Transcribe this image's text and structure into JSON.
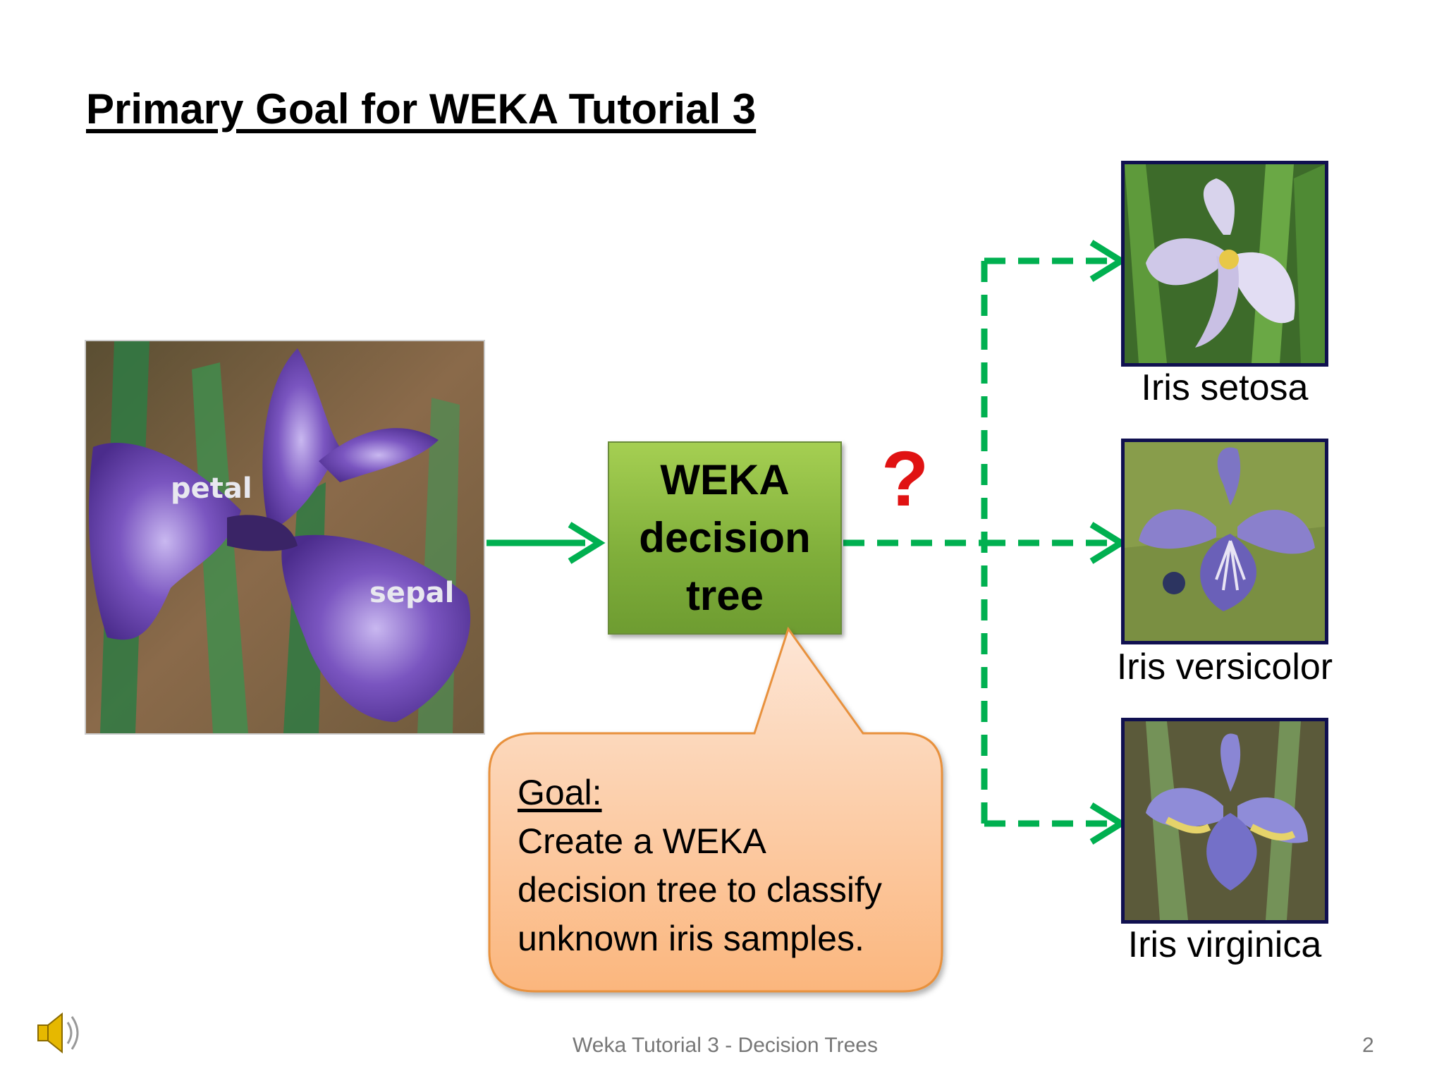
{
  "slide": {
    "title": "Primary Goal for WEKA Tutorial 3",
    "photo_labels": {
      "petal": "petal",
      "sepal": "sepal"
    }
  },
  "decision_box": {
    "line1": "WEKA",
    "line2": "decision",
    "line3": "tree"
  },
  "question_mark": "?",
  "species": [
    {
      "label": "Iris setosa"
    },
    {
      "label": "Iris versicolor"
    },
    {
      "label": "Iris virginica"
    }
  ],
  "callout": {
    "heading": "Goal:",
    "lines": [
      "Create a WEKA",
      "decision tree to classify",
      "unknown iris samples."
    ]
  },
  "footer": {
    "text": "Weka Tutorial 3 - Decision Trees",
    "page_number": "2"
  },
  "icons": {
    "audio": "speaker-icon"
  },
  "colors": {
    "arrow": "#00b050",
    "question": "#e01212",
    "box": "#8cbb45",
    "callout": "#fcc79a"
  }
}
